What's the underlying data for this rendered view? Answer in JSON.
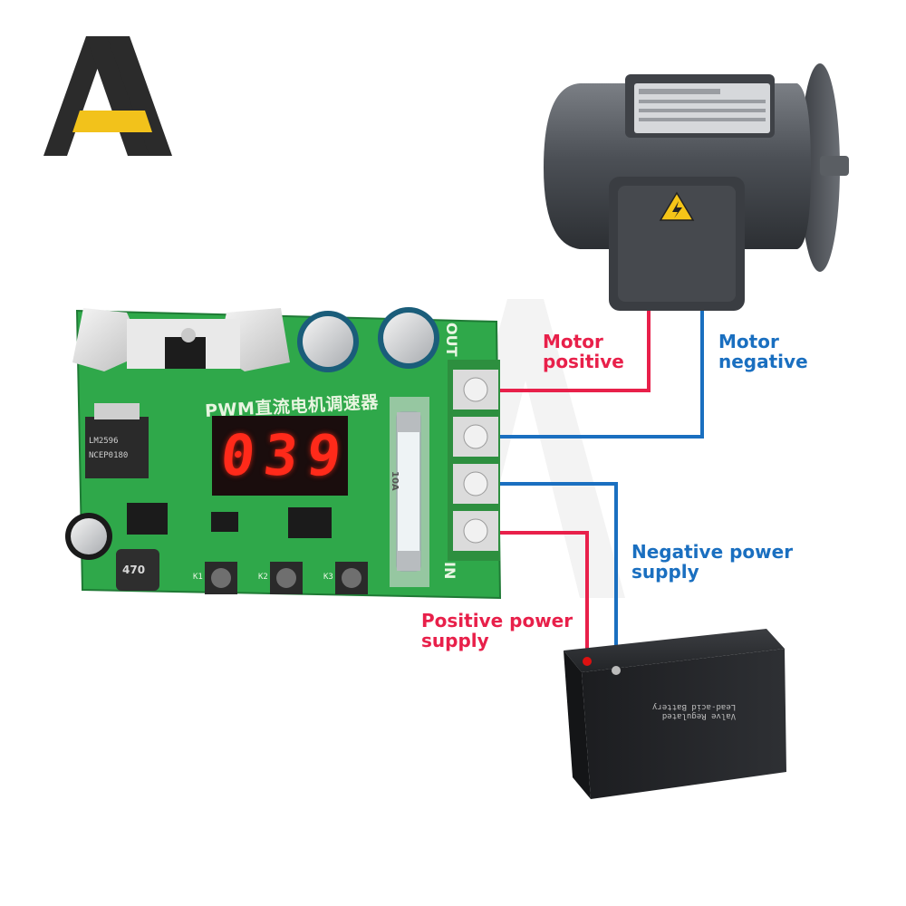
{
  "colors": {
    "positive_wire": "#e8204a",
    "negative_wire": "#1a6fc0",
    "pcb_green": "#2fa84a",
    "logo_black": "#2b2b2b",
    "logo_yellow": "#f2c21b"
  },
  "logo": {
    "icon": "aa-logo-icon"
  },
  "pcb": {
    "title": "PWM直流电机调速器",
    "display_value": "039",
    "out_label": "OUT",
    "in_label": "IN",
    "inductor_label": "470",
    "fuse_label": "10A",
    "regulator_label": "LM2596",
    "mosfet_label": "NCEP0180",
    "buttons": [
      "K1",
      "K2",
      "K3"
    ]
  },
  "labels": {
    "motor_positive": "Motor\npositive",
    "motor_negative": "Motor\nnegative",
    "negative_power": "Negative power\nsupply",
    "positive_power": "Positive power\nsupply"
  },
  "battery": {
    "text": "Valve Regulated\nLead-acid Battery"
  },
  "motor": {
    "icon": "electric-motor-icon",
    "warning_icon": "high-voltage-warning-icon"
  }
}
